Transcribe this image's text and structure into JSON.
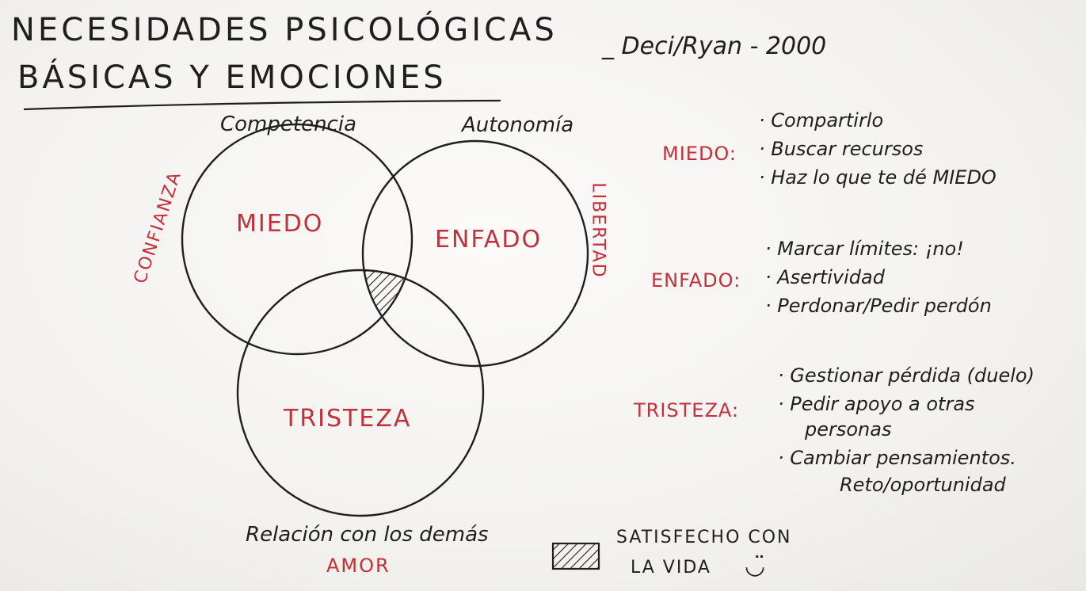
{
  "title": {
    "line1": "NECESIDADES PSICOLÓGICAS",
    "line2": "BÁSICAS Y EMOCIONES",
    "reference": "_ Deci/Ryan - 2000"
  },
  "venn": {
    "needs": {
      "top_left": "Competencia",
      "top_right": "Autonomía",
      "bottom": "Relación con los demás"
    },
    "values": {
      "left": "CONFIANZA",
      "right": "LIBERTAD",
      "bottom": "AMOR"
    },
    "emotions": {
      "left": "MIEDO",
      "right": "ENFADO",
      "bottom": "TRISTEZA"
    }
  },
  "strategies": [
    {
      "emotion": "MIEDO:",
      "items": [
        "· Compartirlo",
        "· Buscar recursos",
        "· Haz lo que te dé MIEDO"
      ]
    },
    {
      "emotion": "ENFADO:",
      "items": [
        "· Marcar límites: ¡no!",
        "· Asertividad",
        "· Perdonar/Pedir perdón"
      ]
    },
    {
      "emotion": "TRISTEZA:",
      "items": [
        "· Gestionar pérdida (duelo)",
        "· Pedir apoyo a otras",
        "personas",
        "· Cambiar pensamientos.",
        "Reto/oportunidad"
      ]
    }
  ],
  "legend": {
    "line1": "SATISFECHO CON",
    "line2": "LA VIDA",
    "smiley": "◡̈"
  },
  "colors": {
    "ink": "#1f1f1f",
    "accent_red": "#c2303a",
    "paper": "#f3f2ef"
  }
}
